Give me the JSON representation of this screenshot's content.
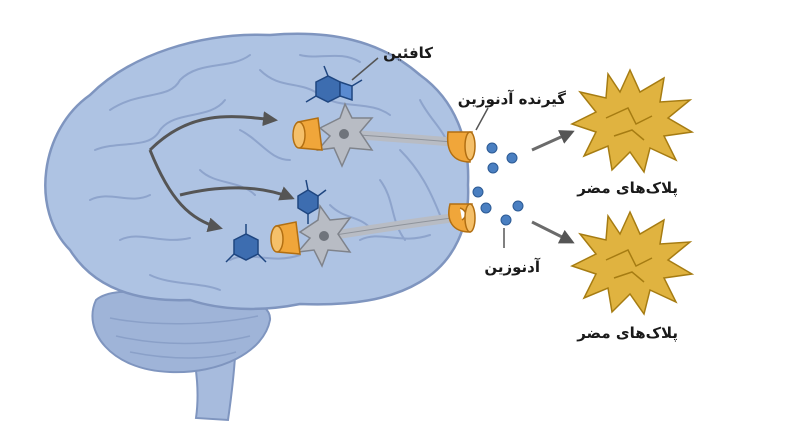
{
  "labels": {
    "caffeine": "کافئین",
    "adenosine_receptor": "گیرنده آدنوزین",
    "adenosine": "آدنوزین",
    "harmful_plaques_top": "پلاک‌های مضر",
    "harmful_plaques_bottom": "پلاک‌های مضر"
  },
  "colors": {
    "brain_fill": "#aec3e3",
    "brain_stroke": "#7f95bf",
    "cerebellum_fill": "#9fb4d8",
    "receptor": "#f0a63a",
    "neuron": "#b8bcc4",
    "molecule": "#3d6db0",
    "adenosine_dot": "#4a7fc1",
    "plaque": "#e0b340",
    "arrow": "#6b6b6b"
  }
}
